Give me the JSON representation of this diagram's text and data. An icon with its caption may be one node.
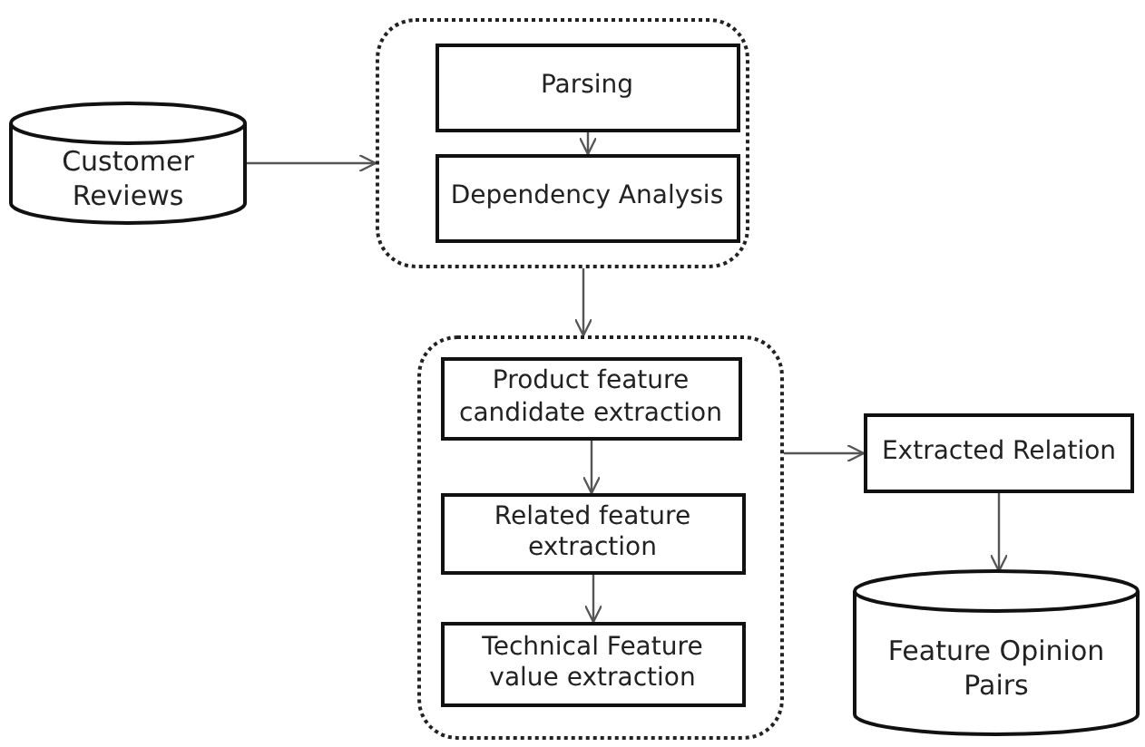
{
  "diagram": {
    "nodes": [
      {
        "text": [
          "Customer Reviews"
        ]
      },
      {
        "text": [],
        "shape": "box"
      },
      {
        "text": [
          "Parsing"
        ],
        "in": 1
      },
      {
        "text": [
          "Dependency Analysis"
        ],
        "in": 1
      },
      {
        "text": [],
        "shape": "box"
      },
      {
        "text": [
          "Product feature candidate extraction"
        ],
        "in": 4
      },
      {
        "text": [
          "Related feature extraction"
        ],
        "in": 4
      },
      {
        "text": [
          "Technical Feature value extraction"
        ],
        "in": 4
      },
      {
        "text": [
          "Extracted Relation"
        ]
      },
      {
        "text": [
          "Feature Opinion Pairs"
        ]
      }
    ],
    "edges": [
      {
        "from": 0,
        "to": 1,
        "arrow": "to"
      },
      {
        "from": 2,
        "to": 3,
        "arrow": "to"
      },
      {
        "from": 1,
        "to": 4,
        "arrow": "to"
      },
      {
        "from": 5,
        "to": 6,
        "arrow": "to"
      },
      {
        "from": 6,
        "to": 7,
        "arrow": "to"
      },
      {
        "from": 4,
        "to": 8,
        "arrow": "to"
      },
      {
        "from": 8,
        "to": 9,
        "arrow": "to"
      }
    ]
  }
}
